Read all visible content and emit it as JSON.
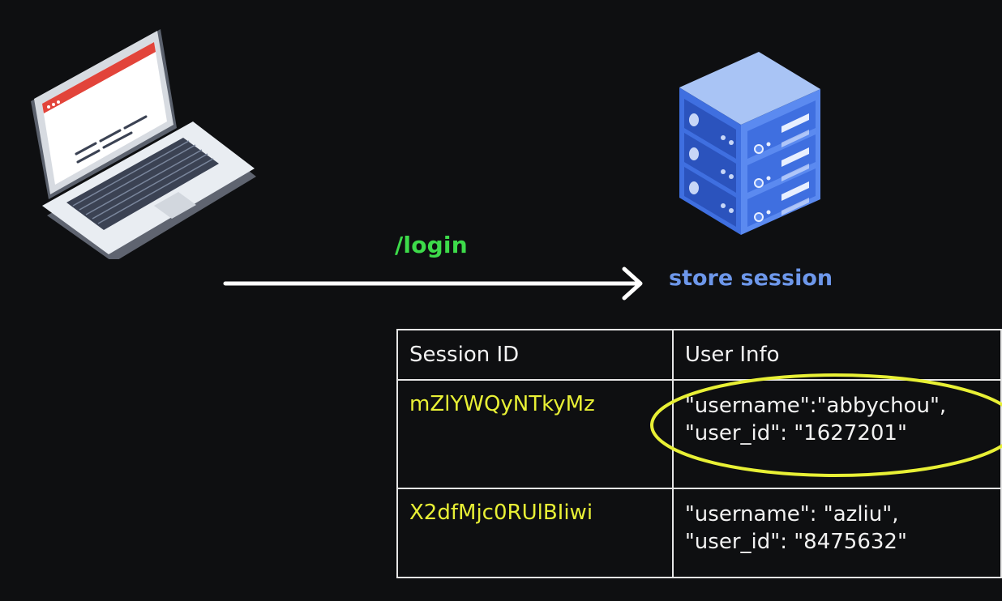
{
  "route": {
    "label": "/login"
  },
  "server": {
    "label": "store session"
  },
  "table": {
    "headers": [
      "Session ID",
      "User Info"
    ],
    "rows": [
      {
        "session_id": "mZlYWQyNTkyMz",
        "user_info_line1": "\"username\":\"abbychou\",",
        "user_info_line2": "\"user_id\": \"1627201\""
      },
      {
        "session_id": "X2dfMjc0RUlBIiwi",
        "user_info_line1": "\"username\": \"azliu\",",
        "user_info_line2": "\"user_id\": \"8475632\""
      }
    ]
  },
  "colors": {
    "route": "#3ddb4a",
    "server_label": "#6d97ea",
    "session_id": "#e8f035",
    "highlight": "#e8f035"
  },
  "icons": {
    "client": "laptop-icon",
    "server": "server-icon"
  }
}
